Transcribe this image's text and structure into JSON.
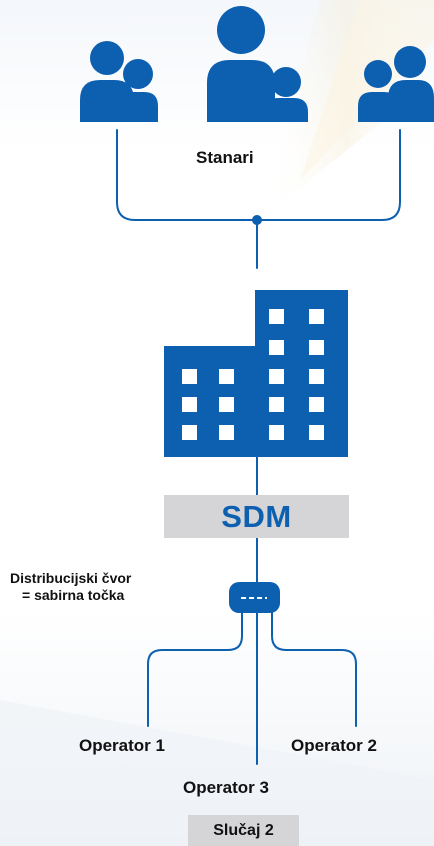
{
  "colors": {
    "primary_blue": "#0d5fb0",
    "box_gray": "#d5d5d7",
    "text": "#111111",
    "background": "#ffffff"
  },
  "icons": {
    "tenants": [
      "person-pair-icon",
      "person-group-icon",
      "person-pair-icon"
    ],
    "building": "building-icon",
    "node": "distribution-node-icon"
  },
  "labels": {
    "tenants": "Stanari",
    "sdm": "SDM",
    "distribution_line1": "Distribucijski čvor",
    "distribution_line2": "= sabirna točka",
    "operator1": "Operator 1",
    "operator2": "Operator 2",
    "operator3": "Operator 3",
    "case": "Slučaj 2"
  }
}
